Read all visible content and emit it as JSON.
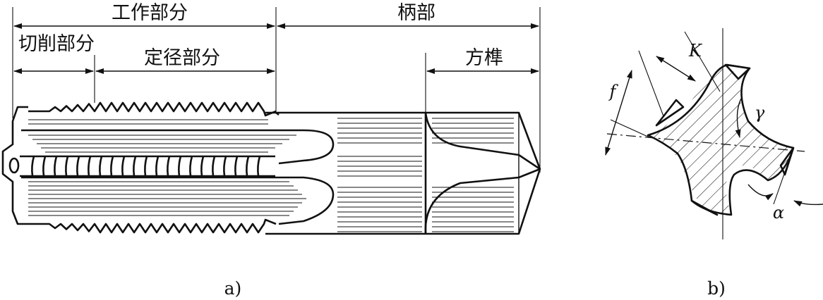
{
  "figure_a": {
    "labels": {
      "working_part": "工作部分",
      "shank_part": "柄部",
      "cutting_part": "切削部分",
      "sizing_part": "定径部分",
      "square_tenon": "方榫"
    },
    "caption": "a)"
  },
  "figure_b": {
    "labels": {
      "k": "K",
      "f": "f",
      "gamma": "γ",
      "alpha": "α"
    },
    "caption": "b)"
  }
}
